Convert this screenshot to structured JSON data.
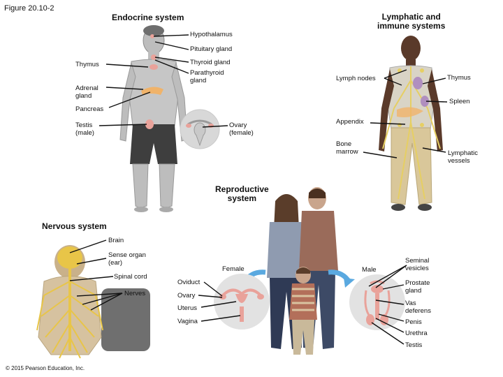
{
  "figure_label": "Figure 20.10-2",
  "copyright": "© 2015 Pearson Education, Inc.",
  "headers": {
    "endocrine": "Endocrine system",
    "lymphatic": "Lymphatic and\nimmune systems",
    "reproductive": "Reproductive\nsystem",
    "nervous": "Nervous system"
  },
  "endocrine_labels": {
    "hypothalamus": "Hypothalamus",
    "pituitary": "Pituitary gland",
    "thyroid": "Thyroid gland",
    "parathyroid": "Parathyroid\ngland",
    "thymus": "Thymus",
    "adrenal": "Adrenal\ngland",
    "pancreas": "Pancreas",
    "testis": "Testis\n(male)",
    "ovary": "Ovary\n(female)"
  },
  "lymphatic_labels": {
    "lymph_nodes": "Lymph nodes",
    "thymus": "Thymus",
    "spleen": "Spleen",
    "appendix": "Appendix",
    "bone_marrow": "Bone\nmarrow",
    "lymphatic_vessels": "Lymphatic\nvessels"
  },
  "nervous_labels": {
    "brain": "Brain",
    "sense_organ": "Sense organ\n(ear)",
    "spinal_cord": "Spinal cord",
    "nerves": "Nerves"
  },
  "reproductive_labels": {
    "female": "Female",
    "male": "Male",
    "oviduct": "Oviduct",
    "ovary": "Ovary",
    "uterus": "Uterus",
    "vagina": "Vagina",
    "seminal_vesicles": "Seminal\nvesicles",
    "prostate": "Prostate\ngland",
    "vas_deferens": "Vas\ndeferens",
    "penis": "Penis",
    "urethra": "Urethra",
    "testis": "Testis"
  },
  "colors": {
    "skin": "#c9c9c9",
    "skin_dark": "#8f8f8f",
    "shorts": "#3c3c3c",
    "gland_pink": "#e9a29a",
    "gland_orange": "#f0b36a",
    "lymph_yellow": "#e6cf63",
    "nerve_yellow": "#e8c548",
    "organ_purple": "#b08fbf",
    "arrow_blue": "#5aa9e0"
  }
}
